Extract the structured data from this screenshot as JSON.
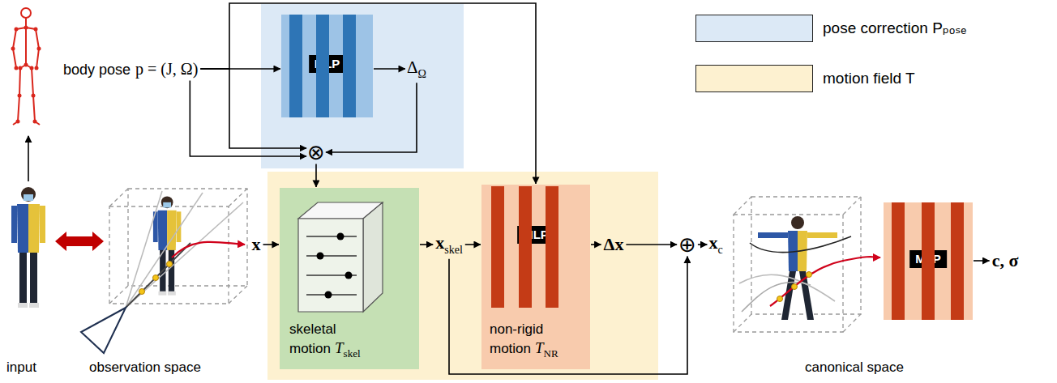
{
  "diagram": {
    "nodes": [
      {
        "text": [
          "body pose",
          "p = (J, Ω)"
        ]
      },
      {
        "text": []
      },
      {
        "text": [
          "MLP"
        ],
        "in": 1
      },
      {
        "text": [
          "Δ",
          "Ω"
        ],
        "in": 1
      },
      {
        "text": [
          "⊗"
        ],
        "in": 1
      },
      {
        "text": [
          "x"
        ]
      },
      {
        "text": []
      },
      {
        "text": [
          "skeletal motion",
          "T",
          "skel"
        ],
        "in": 6
      },
      {
        "text": [
          "x",
          "skel"
        ],
        "in": 6
      },
      {
        "text": [
          "MLP",
          "non-rigid motion",
          "T",
          "NR"
        ],
        "in": 6
      },
      {
        "text": [
          "Δx"
        ],
        "in": 6
      },
      {
        "text": [
          "⊕"
        ]
      },
      {
        "text": [
          "x",
          "c"
        ]
      },
      {
        "text": [
          "MLP"
        ]
      },
      {
        "text": [
          "c, σ"
        ]
      }
    ],
    "edges": [
      {
        "from": 0,
        "to": 2,
        "arrow": "to"
      },
      {
        "from": 2,
        "to": 3,
        "arrow": "to"
      },
      {
        "from": 3,
        "to": 4,
        "arrow": "to"
      },
      {
        "from": 0,
        "to": 4,
        "arrow": "to"
      },
      {
        "from": 0,
        "to": 4,
        "arrow": "to"
      },
      {
        "from": 0,
        "to": 9,
        "arrow": "to"
      },
      {
        "from": 4,
        "to": 7,
        "arrow": "to"
      },
      {
        "from": 5,
        "to": 7,
        "arrow": "to"
      },
      {
        "from": 7,
        "to": 8,
        "arrow": "to"
      },
      {
        "from": 8,
        "to": 9,
        "arrow": "to"
      },
      {
        "from": 9,
        "to": 10,
        "arrow": "to"
      },
      {
        "from": 10,
        "to": 11,
        "arrow": "to"
      },
      {
        "from": 8,
        "to": 11,
        "arrow": "to"
      },
      {
        "from": 11,
        "to": 12,
        "arrow": "to"
      },
      {
        "from": 13,
        "to": 14,
        "arrow": "to"
      }
    ],
    "labels": [
      "input",
      "observation space",
      "canonical space"
    ],
    "legend": [
      {
        "text": "pose correction Pₚₒₛₑ",
        "color": "#dce9f6"
      },
      {
        "text": "motion field T",
        "color": "#fdf1d0"
      }
    ]
  }
}
